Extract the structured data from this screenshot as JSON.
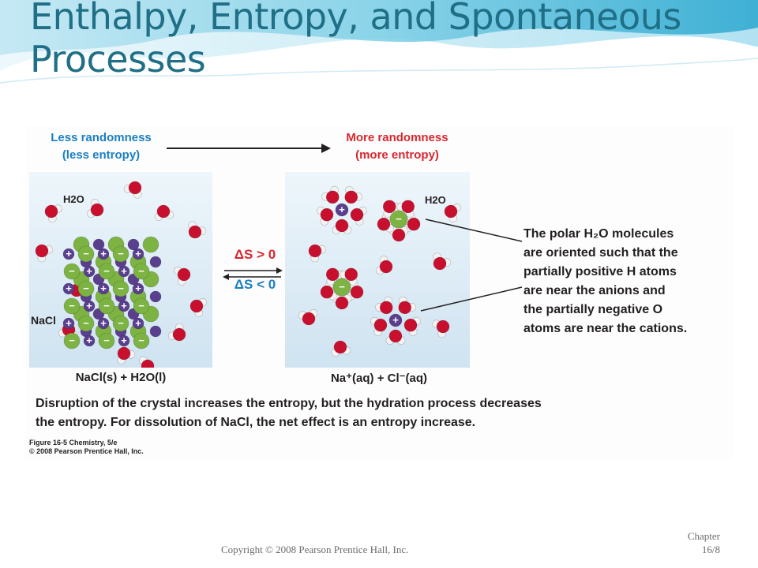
{
  "slide": {
    "title": "Enthalpy, Entropy, and Spontaneous Processes"
  },
  "figure": {
    "left_heading_line1": "Less randomness",
    "left_heading_line2": "(less entropy)",
    "right_heading_line1": "More randomness",
    "right_heading_line2": "(more entropy)",
    "left_label_h2o": "H2O",
    "left_label_nacl": "NaCl",
    "right_label_h2o": "H2O",
    "delta_forward": "ΔS > 0",
    "delta_reverse": "ΔS < 0",
    "left_equation": "NaCl(s) + H2O(l)",
    "right_equation": "Na⁺(aq) + Cl⁻(aq)",
    "annotation_lines": [
      "The polar H₂O molecules",
      "are oriented such that the",
      "partially positive H atoms",
      "are near the anions and",
      "the partially negative O",
      "atoms are near the cations."
    ],
    "caption_line1": "Disruption of the crystal increases the entropy, but the hydration process decreases",
    "caption_line2": "the entropy. For dissolution of NaCl, the net effect is an entropy increase.",
    "credit_line1": "Figure 16-5  Chemistry, 5/e",
    "credit_line2": "© 2008 Pearson Prentice Hall, Inc."
  },
  "footer": {
    "copyright": "Copyright © 2008 Pearson Prentice Hall, Inc.",
    "chapter_line1": "Chapter",
    "chapter_line2": "16/8"
  },
  "colors": {
    "title": "#1f6f86",
    "blue_text": "#1b7fc1",
    "red_text": "#d8272f",
    "oxygen": "#c8102e",
    "hydrogen": "#f2f2f2",
    "sodium": "#5b3f8f",
    "chloride": "#7cb342"
  }
}
